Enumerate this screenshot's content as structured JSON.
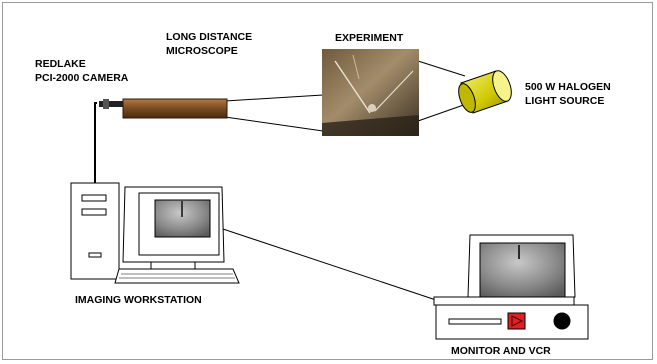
{
  "labels": {
    "camera_line1": "REDLAKE",
    "camera_line2": "PCI-2000 CAMERA",
    "microscope_line1": "LONG DISTANCE",
    "microscope_line2": "MICROSCOPE",
    "experiment": "EXPERIMENT",
    "light_line1": "500 W HALOGEN",
    "light_line2": "LIGHT SOURCE",
    "workstation": "IMAGING WORKSTATION",
    "monitor_vcr": "MONITOR AND VCR"
  },
  "colors": {
    "microscope": "#8b5a2b",
    "light_source": "#d9d400",
    "vcr_button": "#e02020",
    "screen": "#9a9a9a"
  }
}
